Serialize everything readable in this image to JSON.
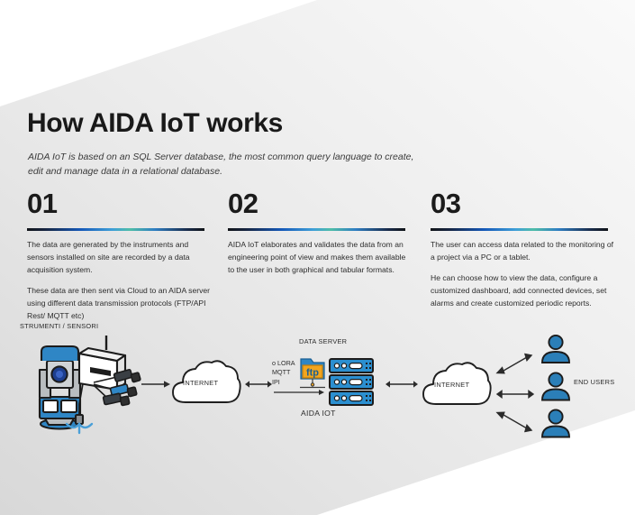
{
  "header": {
    "title": "How AIDA IoT works",
    "subtitle": "AIDA IoT is based on an SQL Server database, the most common query language to create, edit and manage data in a relational database."
  },
  "steps": [
    {
      "number": "01",
      "paragraphs": [
        "The data are generated by the instruments and sensors installed on site are recorded by a data acquisition system.",
        "These data are then sent via Cloud to an AIDA server using different data transmission protocols (FTP/API Rest/ MQTT etc)"
      ]
    },
    {
      "number": "02",
      "paragraphs": [
        "AIDA IoT elaborates and validates the data from an engineering point of view and makes them available  to the user in both graphical and tabular formats."
      ]
    },
    {
      "number": "03",
      "paragraphs": [
        "The user can access data related to the monitoring of a project via a PC or a tablet.",
        "He can choose how to view the data, configure a customized dashboard, add connected devices, set alarms and create customized periodic reports."
      ]
    }
  ],
  "diagram": {
    "instruments_label": "STRUMENTI / SENSORI",
    "internet_label_1": "INTERNET",
    "internet_label_2": "INTERNET",
    "data_server_label": "DATA SERVER",
    "aida_iot_label": "AIDA IOT",
    "end_users_label": "END USERS",
    "protocols": [
      "o LORA",
      "MQTT",
      "IPI"
    ],
    "ftp_icon_text": "ftp",
    "server_unit_count": 3,
    "end_user_count": 3
  },
  "colors": {
    "accent_blue": "#2f86c5",
    "user_blue": "#2b7fb8",
    "server_blue": "#2b8fd0",
    "ftp_orange": "#f2a51e",
    "ftp_folder_blue": "#2f86c5",
    "ink": "#1b1b1b",
    "rule_gradient_mid": "#4fbda8",
    "panel_gray": "#e3e3e3",
    "background": "#ffffff"
  }
}
